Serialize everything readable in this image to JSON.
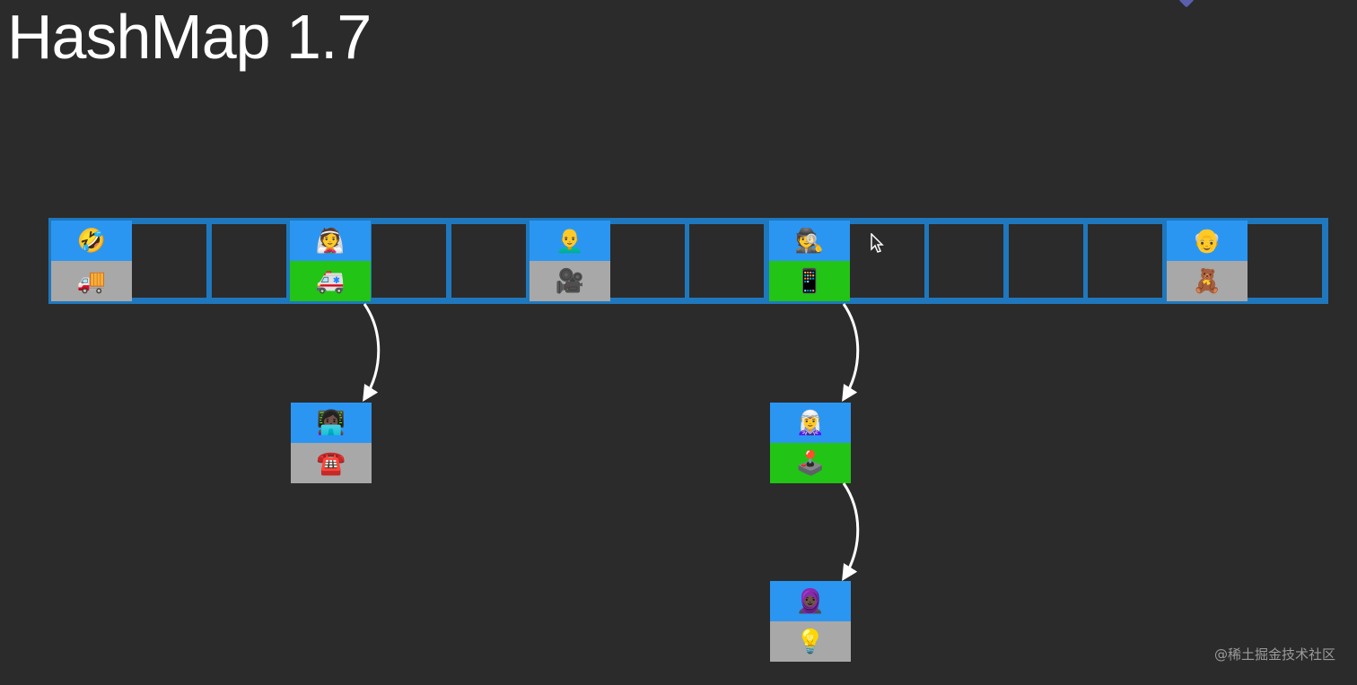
{
  "title": "HashMap 1.7",
  "watermark": "@稀土掘金技术社区",
  "colors": {
    "background": "#2b2b2b",
    "array_border": "#1f78bd",
    "key_fill": "#2a96f2",
    "value_gray": "#a8a8a8",
    "value_green": "#22c415",
    "arrow": "#ffffff"
  },
  "array": {
    "slot_count": 16,
    "occupied": [
      {
        "index": 0,
        "key": "🤣",
        "value": "🚚",
        "value_color": "gray"
      },
      {
        "index": 3,
        "key": "👰",
        "value": "🚑",
        "value_color": "green"
      },
      {
        "index": 6,
        "key": "👨‍🦲",
        "value": "🎥",
        "value_color": "gray"
      },
      {
        "index": 9,
        "key": "🕵️",
        "value": "📱",
        "value_color": "green"
      },
      {
        "index": 14,
        "key": "👴",
        "value": "🧸",
        "value_color": "gray"
      }
    ]
  },
  "chains": [
    {
      "from_slot": 3,
      "nodes": [
        {
          "key": "👩🏿‍💻",
          "value": "☎️",
          "value_color": "gray"
        }
      ]
    },
    {
      "from_slot": 9,
      "nodes": [
        {
          "key": "🧝‍♀️",
          "value": "🕹️",
          "value_color": "green"
        },
        {
          "key": "🧕🏿",
          "value": "💡",
          "value_color": "gray"
        }
      ]
    }
  ]
}
